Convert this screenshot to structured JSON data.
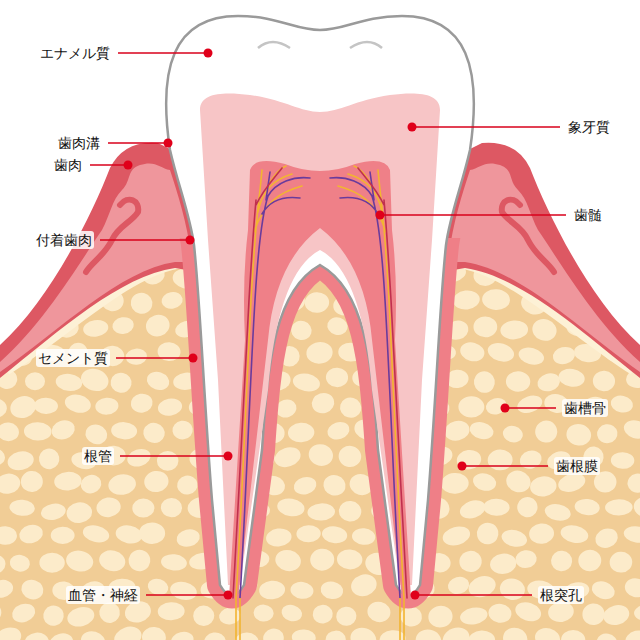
{
  "diagram": {
    "labels": [
      "エナメル質",
      "歯肉溝",
      "歯肉",
      "付着歯肉",
      "セメント質",
      "根管",
      "血管・神経",
      "象牙質",
      "歯髄",
      "歯槽骨",
      "歯根膜",
      "根突孔"
    ]
  }
}
